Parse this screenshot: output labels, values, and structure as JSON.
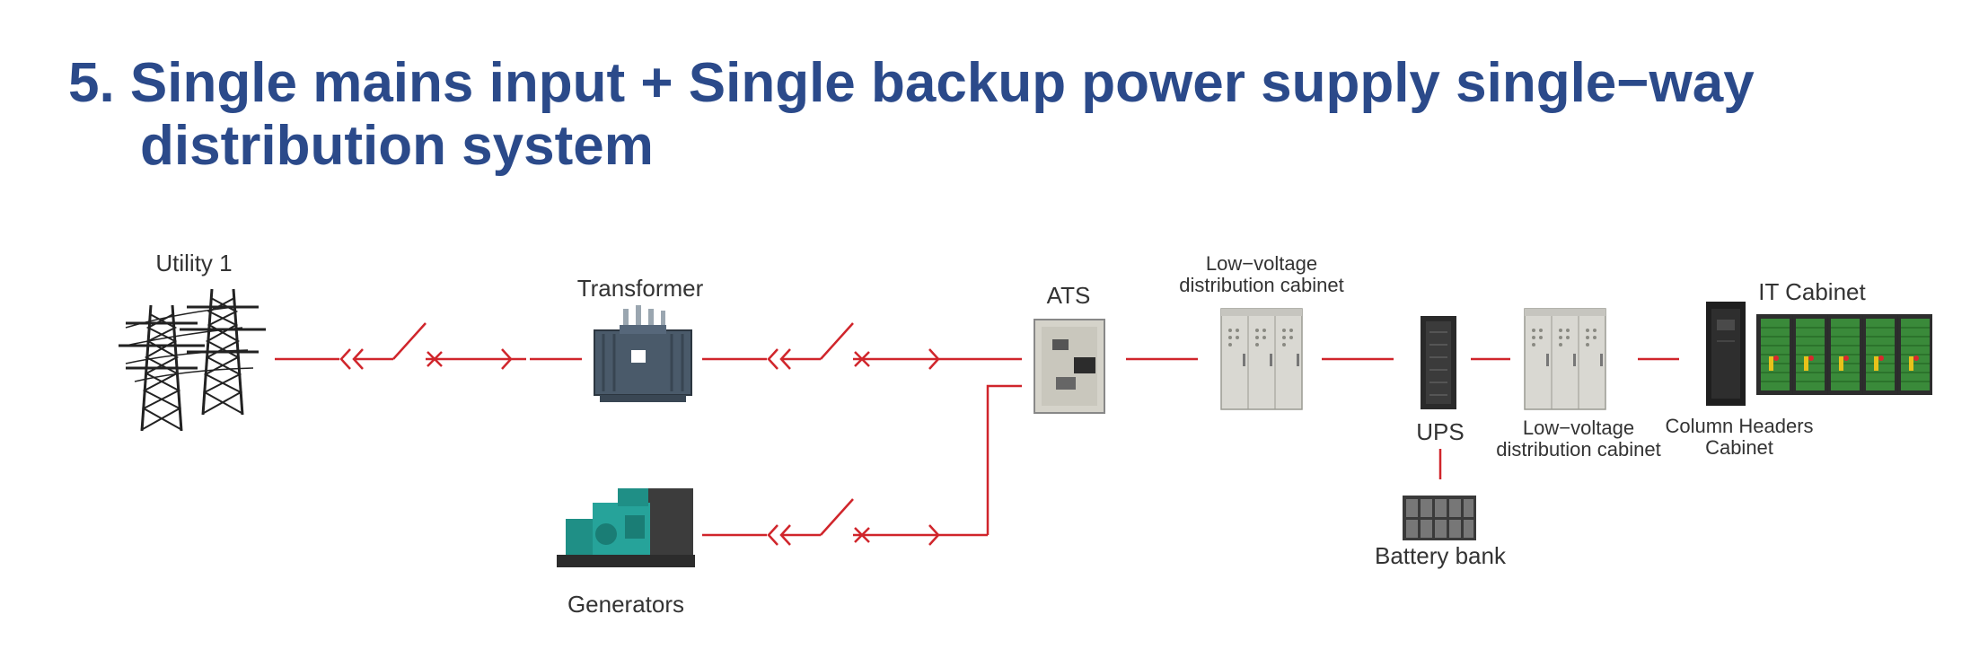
{
  "title": {
    "line1": "5. Single mains input + Single backup power supply single−way",
    "line2": "distribution system"
  },
  "labels": {
    "utility": "Utility 1",
    "transformer": "Transformer",
    "generators": "Generators",
    "ats": "ATS",
    "lv_cabinet_1_line1": "Low−voltage",
    "lv_cabinet_1_line2": "distribution cabinet",
    "ups": "UPS",
    "battery_bank": "Battery bank",
    "lv_cabinet_2_line1": "Low−voltage",
    "lv_cabinet_2_line2": "distribution cabinet",
    "column_headers_line1": "Column Headers",
    "column_headers_line2": "Cabinet",
    "it_cabinet": "IT Cabinet"
  },
  "colors": {
    "title": "#2b4a8a",
    "wire": "#d0252b",
    "label": "#333333"
  }
}
